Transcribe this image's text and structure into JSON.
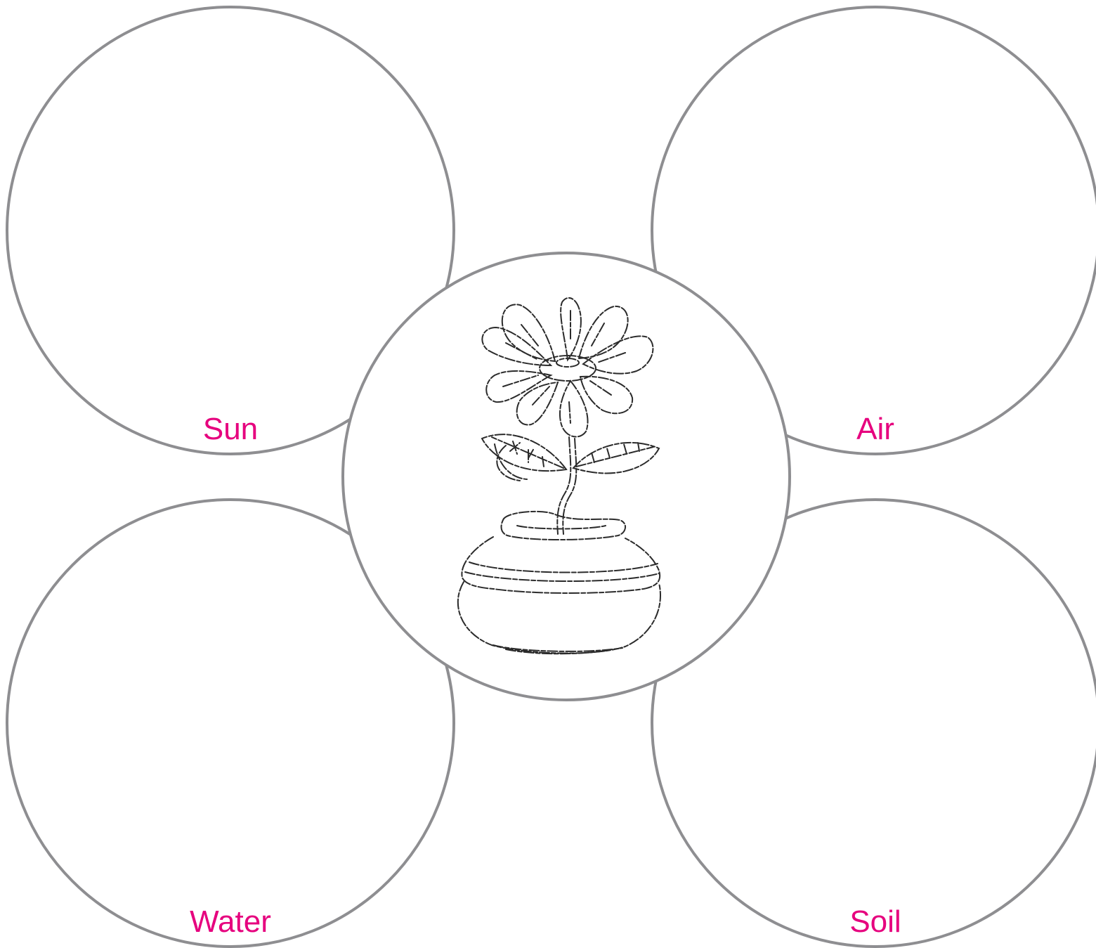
{
  "diagram": {
    "center_image": "flower-pot-drawing",
    "categories": [
      {
        "id": "sun",
        "label": "Sun"
      },
      {
        "id": "air",
        "label": "Air"
      },
      {
        "id": "water",
        "label": "Water"
      },
      {
        "id": "soil",
        "label": "Soil"
      }
    ]
  },
  "colors": {
    "label": "#e6007e",
    "outline": "#8e8e91",
    "drawing": "#2b2b2b"
  }
}
